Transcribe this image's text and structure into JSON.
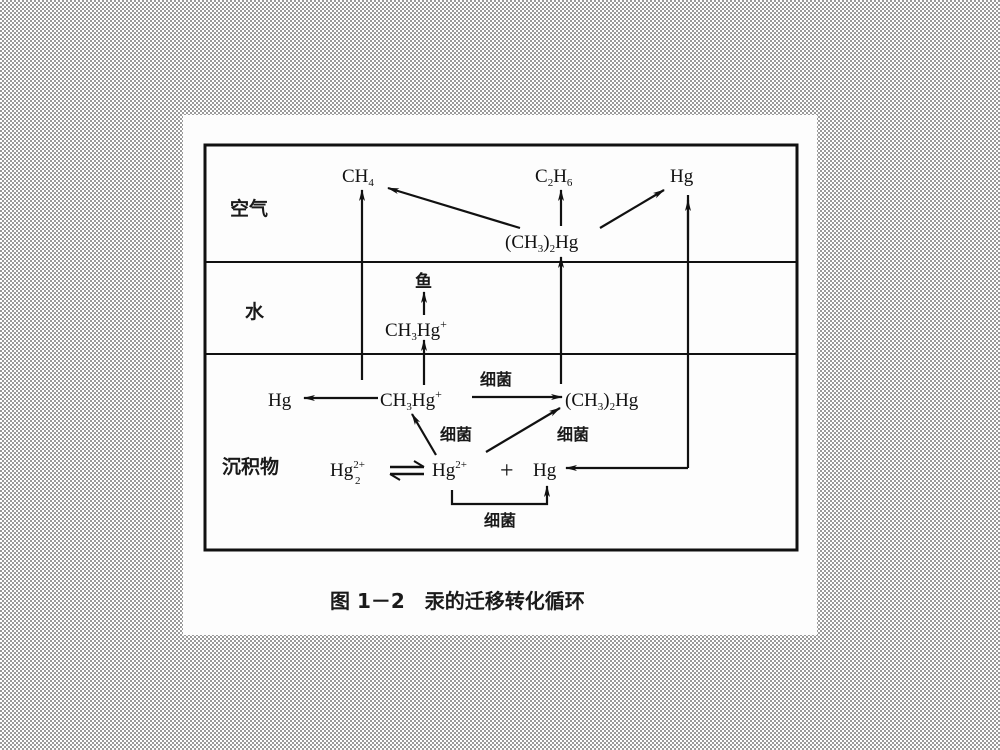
{
  "zones": {
    "air": "空气",
    "water": "水",
    "sediment": "沉积物"
  },
  "species": {
    "ch4": {
      "main": "CH",
      "sub": "4"
    },
    "c2h6": {
      "c": "C",
      "sub1": "2",
      "h": "H",
      "sub2": "6"
    },
    "hg_air": "Hg",
    "dmhg_air": {
      "open": "(CH",
      "sub1": "3",
      "close": ")",
      "sub2": "2",
      "tail": "Hg"
    },
    "fish": "鱼",
    "mehg_water": {
      "a": "CH",
      "sub": "3",
      "b": "Hg",
      "sup": "+"
    },
    "hg_sed_left": "Hg",
    "mehg_sed": {
      "a": "CH",
      "sub": "3",
      "b": "Hg",
      "sup": "+"
    },
    "dmhg_sed": {
      "open": "(CH",
      "sub1": "3",
      "close": ")",
      "sub2": "2",
      "tail": "Hg"
    },
    "hg2_2": {
      "a": "Hg",
      "sup": "2+",
      "sub": "2"
    },
    "hg2": {
      "a": "Hg",
      "sup": "2+"
    },
    "plus": "+",
    "hg_sed_right": "Hg"
  },
  "process_labels": {
    "bacteria_top": "细菌",
    "bacteria_left": "细菌",
    "bacteria_right": "细菌",
    "bacteria_bottom": "细菌"
  },
  "caption": "图 1－2　汞的迁移转化循环"
}
